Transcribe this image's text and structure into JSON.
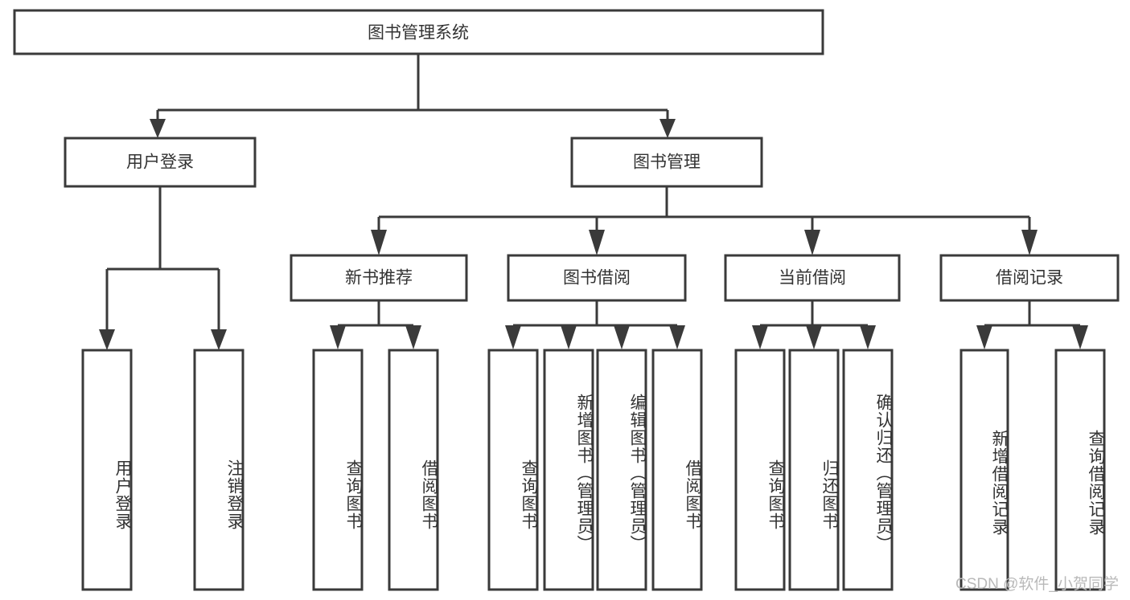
{
  "diagram": {
    "title": "图书管理系统",
    "watermark": "CSDN @软件_小贺同学",
    "colors": {
      "stroke": "#3a3a3a",
      "box_fill": "#ffffff",
      "text": "#333333",
      "watermark": "#b9b9b9",
      "background": "#ffffff"
    },
    "root": {
      "label": "图书管理系统"
    },
    "level2": [
      {
        "label": "用户登录"
      },
      {
        "label": "图书管理"
      }
    ],
    "level3": [
      {
        "label": "新书推荐"
      },
      {
        "label": "图书借阅"
      },
      {
        "label": "当前借阅"
      },
      {
        "label": "借阅记录"
      }
    ],
    "leaves": {
      "user_login": [
        {
          "label": "用户登录"
        },
        {
          "label": "注销登录"
        }
      ],
      "new_book_recommend": [
        {
          "label": "查询图书"
        },
        {
          "label": "借阅图书"
        }
      ],
      "book_borrow": [
        {
          "label": "查询图书"
        },
        {
          "label": "新增图书（管理员）"
        },
        {
          "label": "编辑图书（管理员）"
        },
        {
          "label": "借阅图书"
        }
      ],
      "current_borrow": [
        {
          "label": "查询图书"
        },
        {
          "label": "归还图书"
        },
        {
          "label": "确认归还（管理员）"
        }
      ],
      "borrow_record": [
        {
          "label": "新增借阅记录"
        },
        {
          "label": "查询借阅记录"
        }
      ]
    }
  }
}
